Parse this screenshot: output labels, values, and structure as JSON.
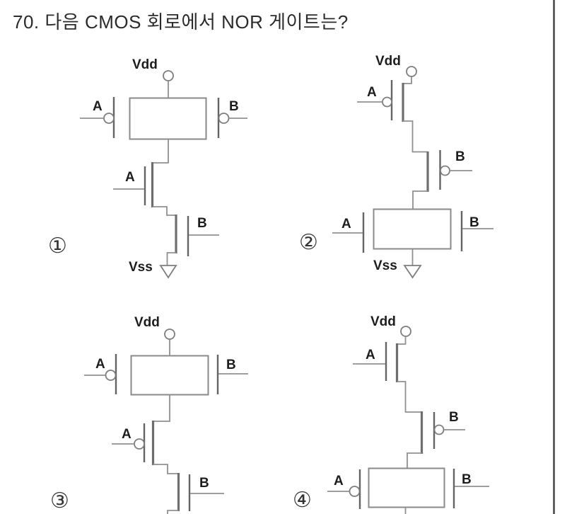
{
  "page": {
    "question_number": "70.",
    "question_text": "다음 CMOS 회로에서 NOR 게이트는?",
    "background_color": "#ffffff",
    "line_color": "#8a8a8a",
    "text_color": "#1d1d1d",
    "page_border_color": "#454545"
  },
  "circuits": [
    {
      "num": "①",
      "vdd": "Vdd",
      "vss": "Vss",
      "box_left": "A",
      "box_right": "B",
      "mid": "A",
      "low": "B"
    },
    {
      "num": "②",
      "vdd": "Vdd",
      "vss": "Vss",
      "top": "A",
      "mid": "B",
      "box_left": "A",
      "box_right": "B"
    },
    {
      "num": "③",
      "vdd": "Vdd",
      "box_left": "A",
      "box_right": "B",
      "mid": "A",
      "low": "B"
    },
    {
      "num": "④",
      "vdd": "Vdd",
      "top": "A",
      "mid": "B",
      "box_left": "A",
      "box_right": "B"
    }
  ]
}
